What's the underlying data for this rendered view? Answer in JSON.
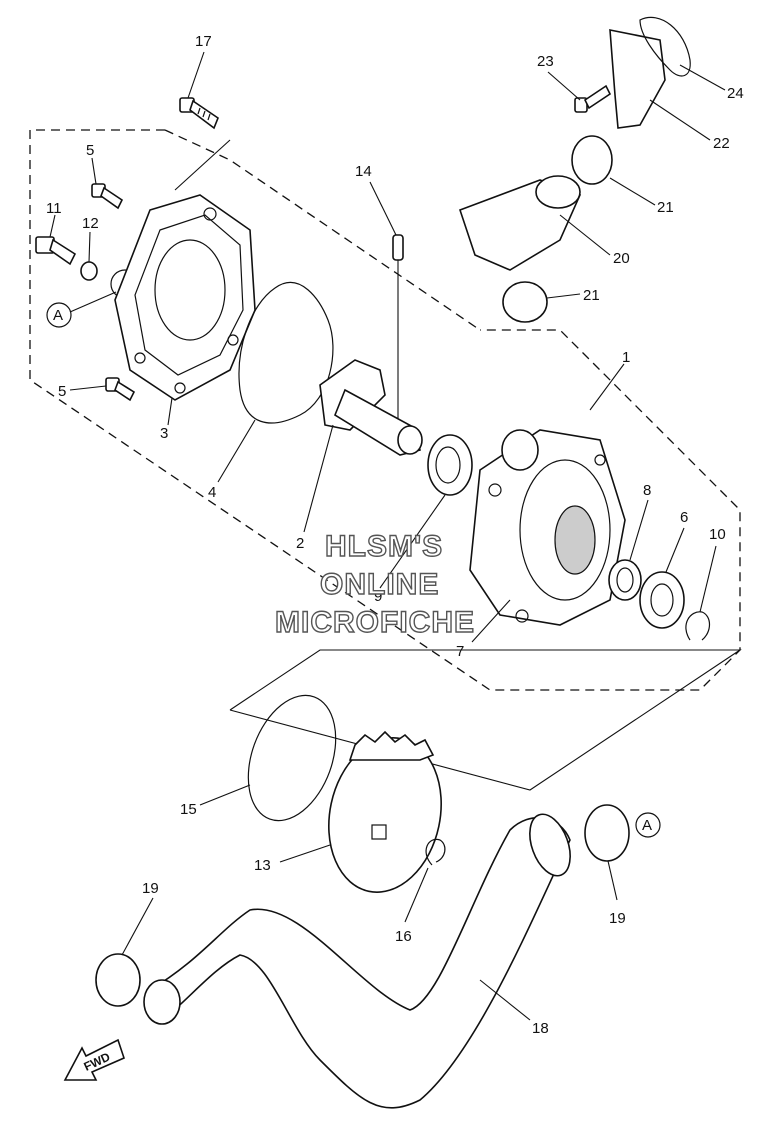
{
  "diagram": {
    "watermark": {
      "line1": "HLSM'S",
      "line2": "ONLINE",
      "line3": "MICROFICHE"
    },
    "fwd_label": "FWD",
    "callouts": [
      {
        "id": "c17",
        "text": "17"
      },
      {
        "id": "c5a",
        "text": "5"
      },
      {
        "id": "c11",
        "text": "11"
      },
      {
        "id": "c12",
        "text": "12"
      },
      {
        "id": "cA1",
        "text": "A"
      },
      {
        "id": "c5b",
        "text": "5"
      },
      {
        "id": "c3",
        "text": "3"
      },
      {
        "id": "c4",
        "text": "4"
      },
      {
        "id": "c14",
        "text": "14"
      },
      {
        "id": "c2",
        "text": "2"
      },
      {
        "id": "c9",
        "text": "9"
      },
      {
        "id": "c23",
        "text": "23"
      },
      {
        "id": "c24",
        "text": "24"
      },
      {
        "id": "c22",
        "text": "22"
      },
      {
        "id": "c21a",
        "text": "21"
      },
      {
        "id": "c20",
        "text": "20"
      },
      {
        "id": "c21b",
        "text": "21"
      },
      {
        "id": "c1",
        "text": "1"
      },
      {
        "id": "c8",
        "text": "8"
      },
      {
        "id": "c6",
        "text": "6"
      },
      {
        "id": "c10",
        "text": "10"
      },
      {
        "id": "c7",
        "text": "7"
      },
      {
        "id": "c15",
        "text": "15"
      },
      {
        "id": "c13",
        "text": "13"
      },
      {
        "id": "c16",
        "text": "16"
      },
      {
        "id": "cA2",
        "text": "A"
      },
      {
        "id": "c19a",
        "text": "19"
      },
      {
        "id": "c19b",
        "text": "19"
      },
      {
        "id": "c18",
        "text": "18"
      }
    ]
  }
}
